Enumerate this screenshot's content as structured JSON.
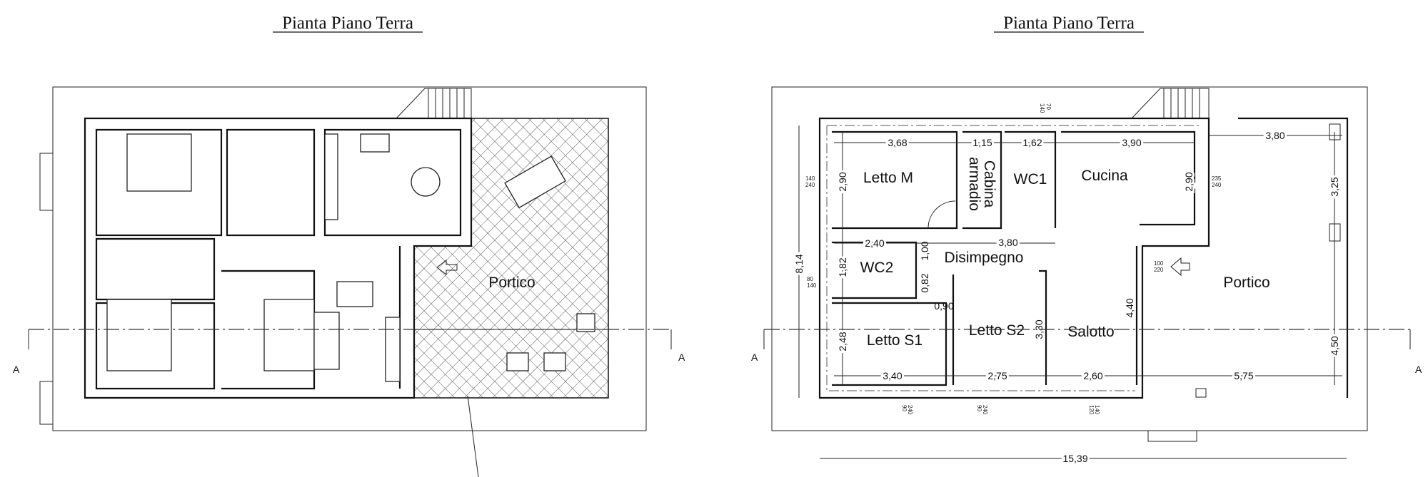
{
  "left_plan": {
    "title": "Pianta Piano Terra",
    "rooms": {
      "portico": "Portico"
    },
    "section_marks": [
      "A",
      "A"
    ]
  },
  "right_plan": {
    "title": "Pianta Piano Terra",
    "rooms": {
      "letto_m": "Letto M",
      "cabina_1": "Cabina",
      "cabina_2": "armadio",
      "wc1": "WC1",
      "cucina": "Cucina",
      "disimpegno": "Disimpegno",
      "wc2": "WC2",
      "portico": "Portico",
      "letto_s1": "Letto S1",
      "letto_s2": "Letto S2",
      "salotto": "Salotto"
    },
    "dimensions": {
      "d368": "3,68",
      "d115": "1,15",
      "d162": "1,62",
      "d390": "3,90",
      "d380_top": "3,80",
      "d290_left": "2,90",
      "d290_right": "2,90",
      "d325": "3,25",
      "d814": "8,14",
      "d450": "4,50",
      "d440": "4,40",
      "d330": "3,30",
      "d248": "2,48",
      "d182": "1,82",
      "d100": "1,00",
      "d082": "0,82",
      "d090": "0,90",
      "d240": "2,40",
      "d380_dis": "3,80",
      "d340": "3,40",
      "d275": "2,75",
      "d260": "2,60",
      "d575": "5,75",
      "d1539": "15,39"
    },
    "openings": {
      "w_lettom": [
        "140",
        "240"
      ],
      "w_wc2": [
        "80",
        "140"
      ],
      "w_wc1": [
        "70",
        "140"
      ],
      "w_cucina": [
        "235",
        "240"
      ],
      "door_entry": [
        "100",
        "220"
      ],
      "w_s1": [
        "90",
        "240"
      ],
      "w_s2": [
        "90",
        "240"
      ],
      "w_salotto": [
        "120",
        "140"
      ]
    },
    "section_marks": [
      "A",
      "A"
    ]
  }
}
